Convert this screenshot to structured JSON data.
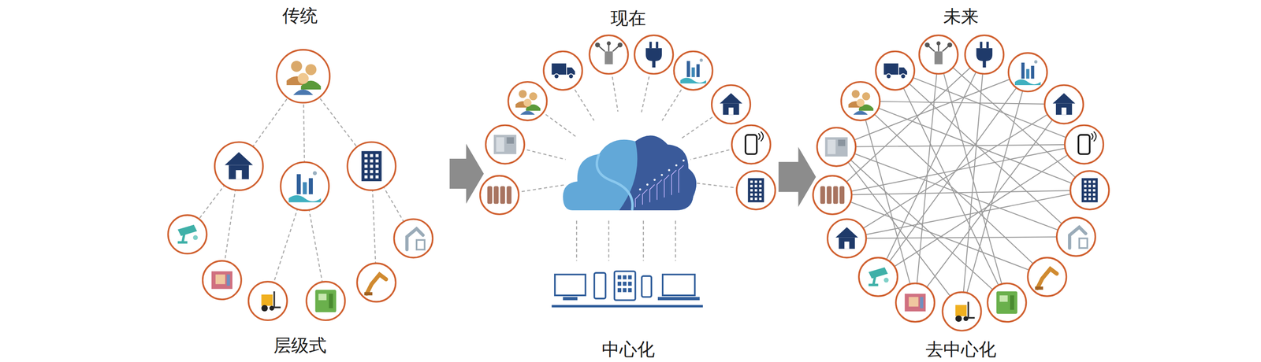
{
  "diagram": {
    "nodes": [
      {
        "text": [
          "传统",
          "层级式"
        ]
      },
      {
        "text": [
          "现在",
          "中心化"
        ]
      },
      {
        "text": [
          "未来",
          "去中心化"
        ]
      }
    ],
    "edges": [
      {
        "from": 0,
        "to": 1,
        "arrow": "to"
      },
      {
        "from": 1,
        "to": 2,
        "arrow": "to"
      }
    ]
  }
}
